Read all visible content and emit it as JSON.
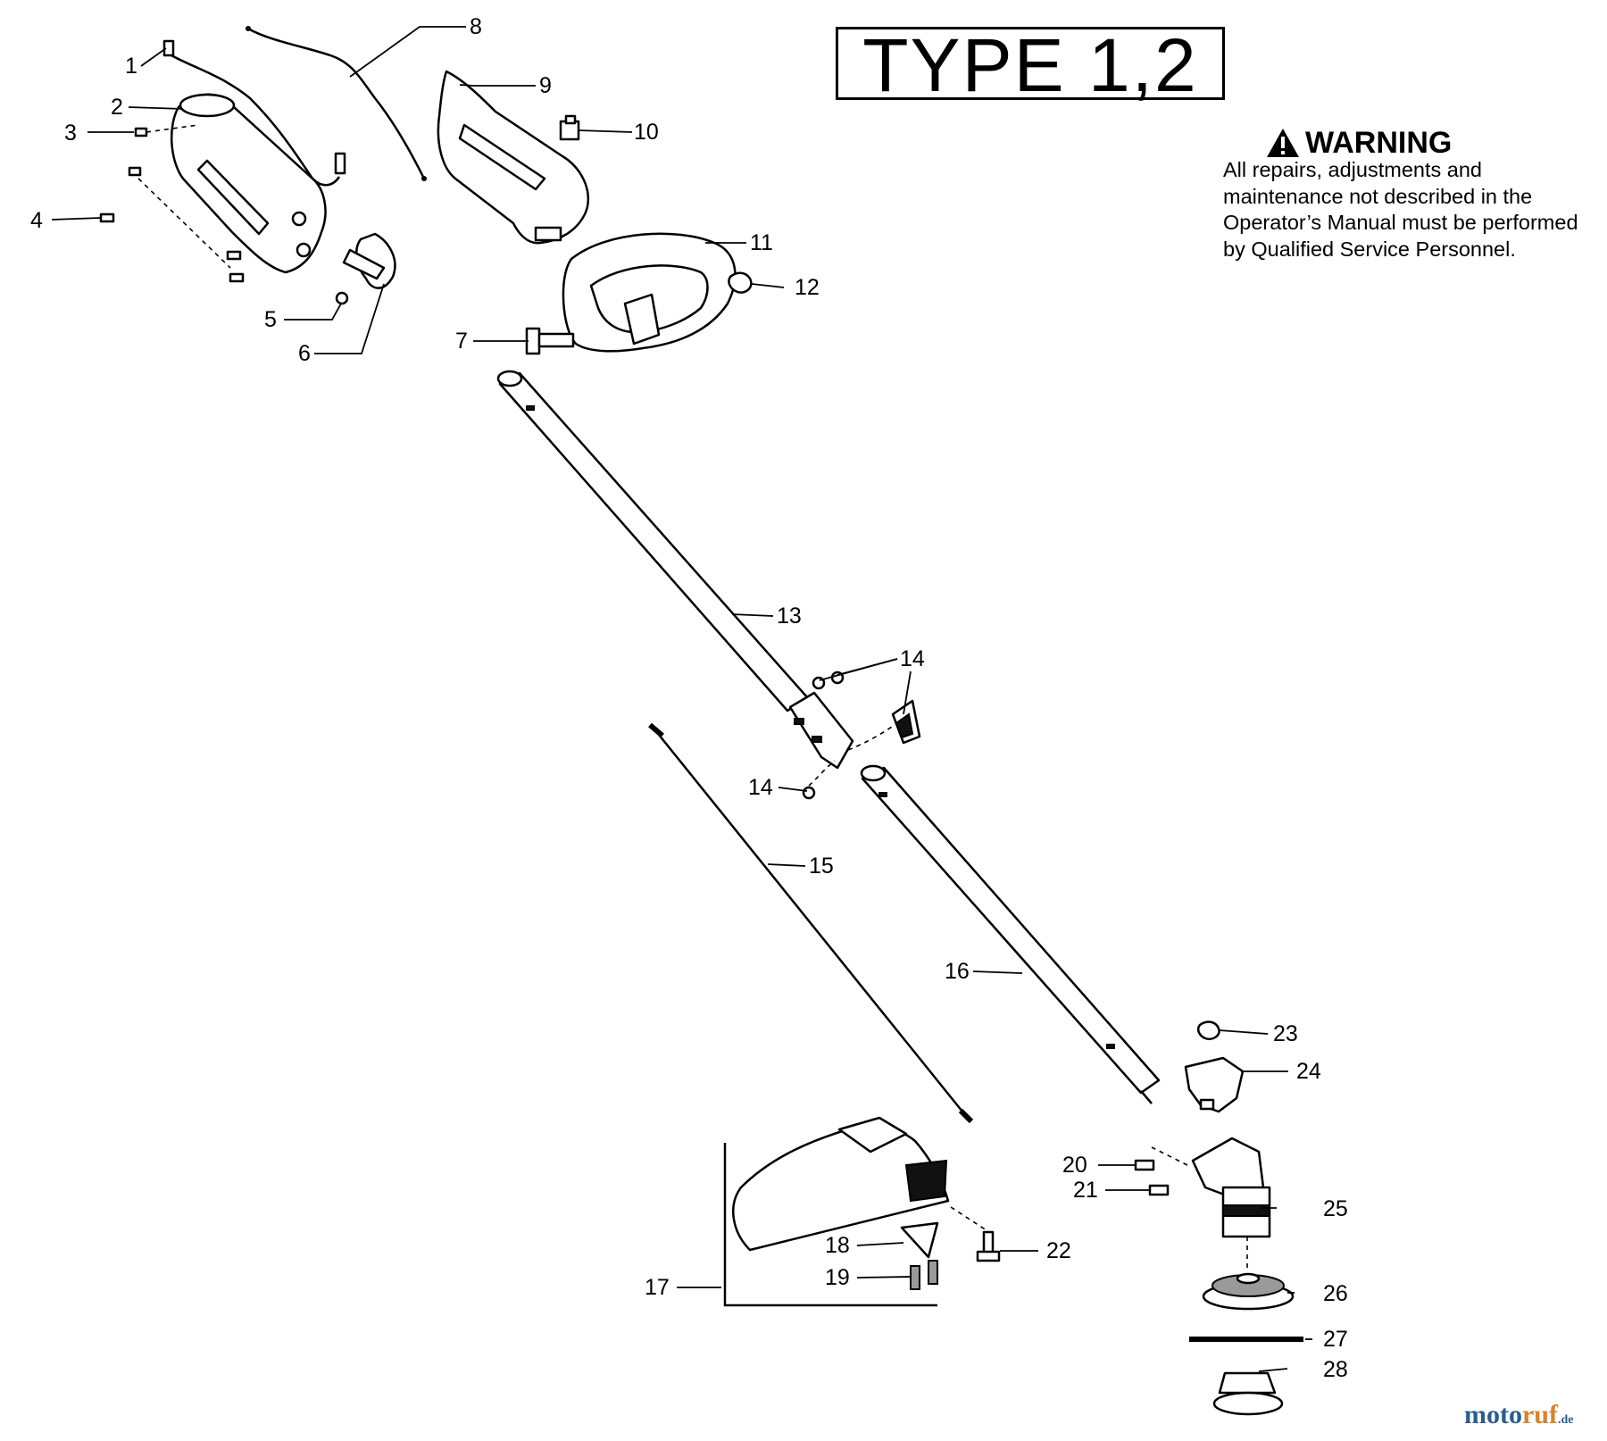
{
  "type_label": "TYPE 1,2",
  "warning": {
    "icon": "warning-triangle-icon",
    "heading": "WARNING",
    "text": "All repairs, adjustments and maintenance not described in the Operator’s Manual must be performed by Qualified Service Personnel."
  },
  "callouts": [
    "1",
    "2",
    "3",
    "4",
    "5",
    "6",
    "7",
    "8",
    "9",
    "10",
    "11",
    "12",
    "13",
    "14",
    "14",
    "14",
    "15",
    "16",
    "17",
    "18",
    "19",
    "20",
    "21",
    "22",
    "23",
    "24",
    "25",
    "26",
    "27",
    "28"
  ],
  "watermark": {
    "main": "moto",
    "accent": "ruf",
    "suffix": ".de"
  },
  "colors": {
    "ink": "#000000",
    "background": "#ffffff",
    "watermark_blue": "#2a5d8f",
    "watermark_orange": "#d9822b"
  }
}
